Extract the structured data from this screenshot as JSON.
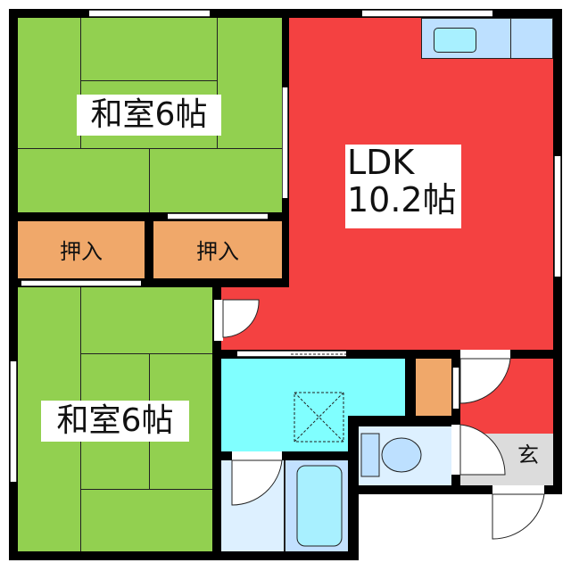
{
  "floorplan": {
    "rooms": [
      {
        "id": "washitsu_top",
        "label": "和室6帖",
        "type": "japanese-room",
        "color": "#92d050"
      },
      {
        "id": "ldk",
        "label_line1": "LDK",
        "label_line2": "10.2帖",
        "type": "living-dining-kitchen",
        "color": "#f44141"
      },
      {
        "id": "oshiire_left",
        "label": "押入",
        "type": "closet",
        "color": "#f0a86a"
      },
      {
        "id": "oshiire_right",
        "label": "押入",
        "type": "closet",
        "color": "#f0a86a"
      },
      {
        "id": "washitsu_bottom",
        "label": "和室6帖",
        "type": "japanese-room",
        "color": "#92d050"
      },
      {
        "id": "washroom",
        "label": "",
        "type": "washroom",
        "color": "#80ffff"
      },
      {
        "id": "bathroom",
        "label": "",
        "type": "bathroom",
        "color": "#ddf0ff"
      },
      {
        "id": "toilet",
        "label": "",
        "type": "toilet",
        "color": "#ddf0ff"
      },
      {
        "id": "storage",
        "label": "",
        "type": "storage",
        "color": "#f0a86a"
      },
      {
        "id": "genkan",
        "label": "玄",
        "type": "entrance",
        "color": "#dcdcdc"
      }
    ]
  }
}
